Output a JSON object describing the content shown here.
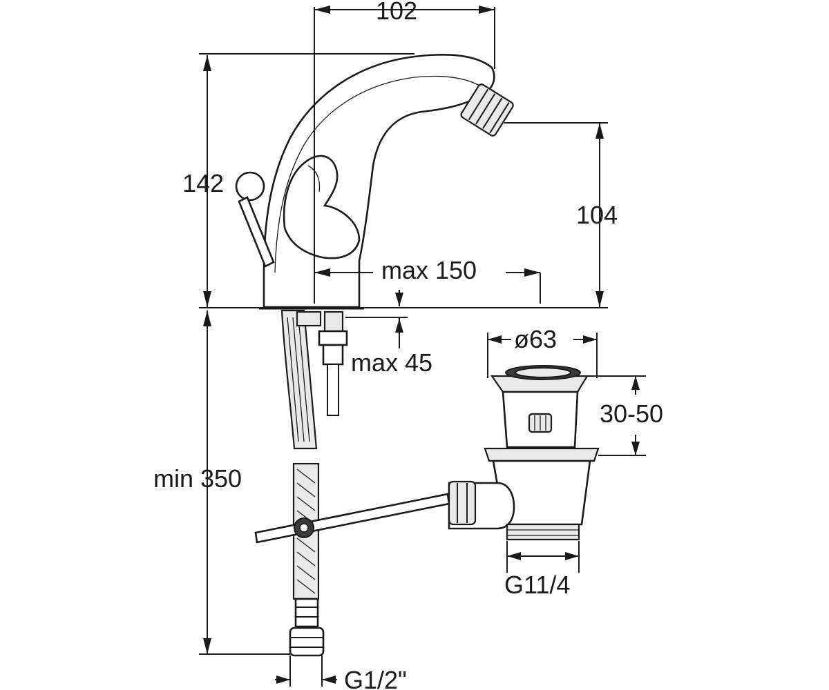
{
  "dimensions": {
    "spout_reach": "102",
    "total_height": "142",
    "spout_height": "104",
    "max_150": "max 150",
    "max_45": "max 45",
    "min_350": "min 350",
    "waste_diameter": "ø63",
    "waste_range": "30-50",
    "waste_thread": "G11/4",
    "hose_thread": "G1/2\""
  },
  "icons": {
    "faucet": "mixer-tap-drawing",
    "hose": "flexible-hose-drawing",
    "pop_up_waste": "pop-up-waste-drawing",
    "rod": "pull-rod-drawing"
  }
}
